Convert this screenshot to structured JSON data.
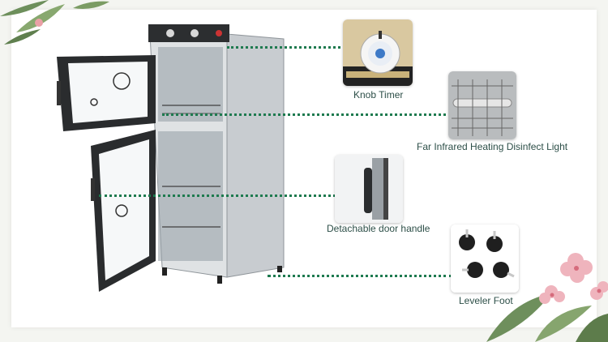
{
  "callouts": [
    {
      "id": "knob-timer",
      "label": "Knob  Timer"
    },
    {
      "id": "heating-light",
      "label": "Far Infrared Heating Disinfect Light"
    },
    {
      "id": "door-handle",
      "label": "Detachable door handle"
    },
    {
      "id": "leveler-foot",
      "label": "Leveler Foot"
    }
  ],
  "colors": {
    "connector": "#1e7a4f",
    "caption": "#2d4f48",
    "cabinet_body": "#cfd3d6"
  }
}
